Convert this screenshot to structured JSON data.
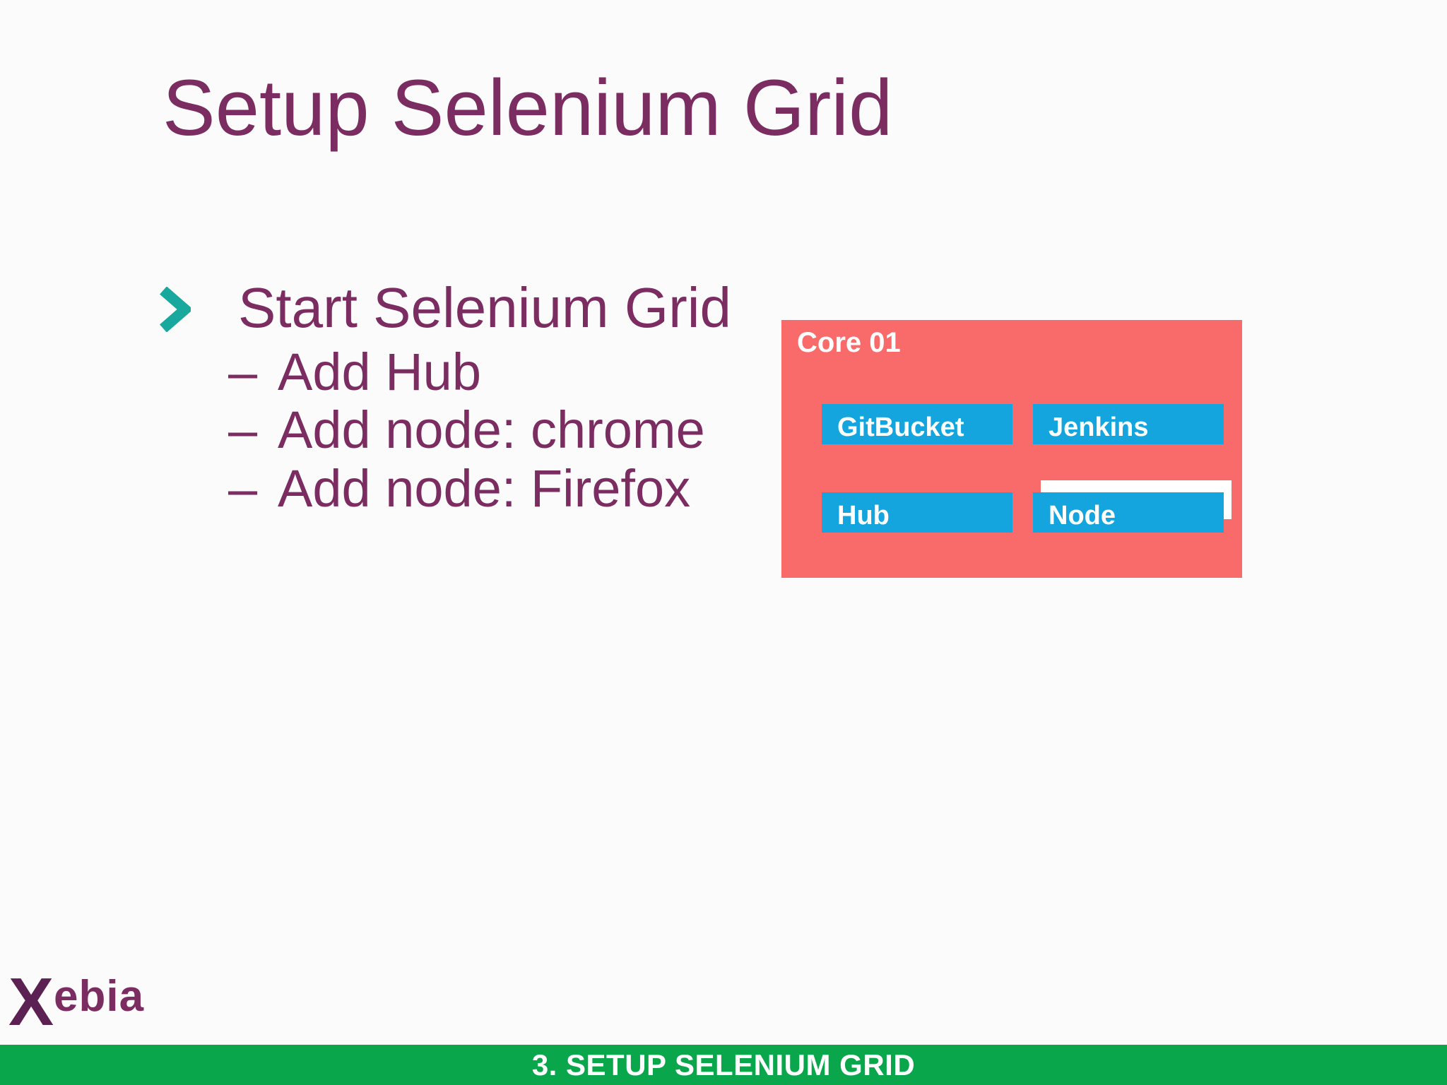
{
  "slide": {
    "title": "Setup Selenium Grid",
    "bullet": {
      "text": "Start Selenium Grid"
    },
    "sub_bullet_dash": "–",
    "sub_bullets": [
      "Add Hub",
      "Add node: chrome",
      "Add node: Firefox"
    ],
    "diagram": {
      "container_label": "Core 01",
      "nodes": [
        {
          "label": "GitBucket"
        },
        {
          "label": "Jenkins"
        },
        {
          "label": "Hub"
        },
        {
          "label": "Node",
          "stacked": true
        }
      ]
    },
    "logo": {
      "x": "X",
      "rest": "ebia"
    },
    "footer_bar": {
      "text": "3. SETUP SELENIUM GRID"
    }
  },
  "colors": {
    "slide_bg": "#fcfbfc",
    "title_purple": "#7b2d62",
    "teal_accent": "#19a89d",
    "container_red": "#f96a6a",
    "node_blue": "#14a5de",
    "footer_green": "#0aa64b",
    "logo_plum": "#5c2153",
    "text_white": "#ffffff"
  }
}
